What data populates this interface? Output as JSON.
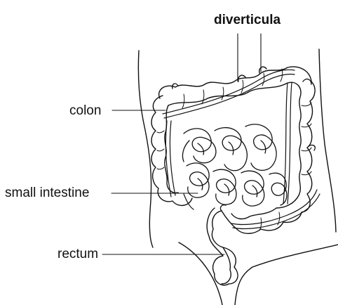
{
  "title": "diverticula",
  "labels": {
    "colon": "colon",
    "small_intestine": "small intestine",
    "rectum": "rectum"
  },
  "colors": {
    "stroke": "#111111",
    "fill": "#ffffff"
  }
}
